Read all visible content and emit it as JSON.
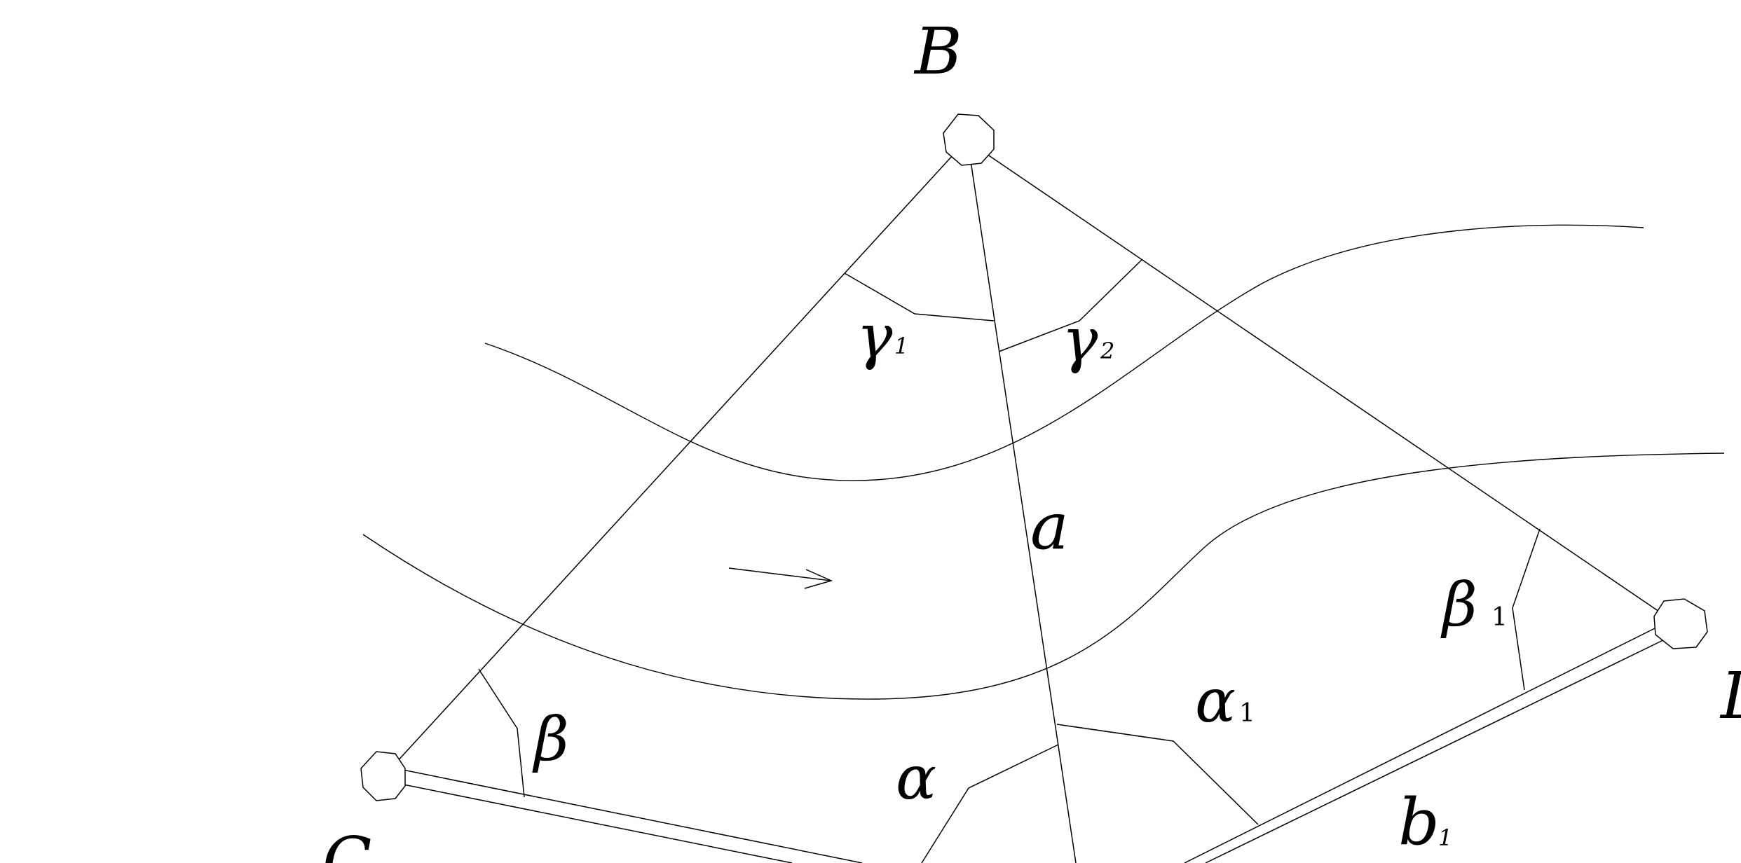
{
  "labels": {
    "B": "B",
    "C": "C",
    "D": "D",
    "a": "a",
    "b1": "b",
    "b1_sub": "1",
    "alpha": "α",
    "alpha1": "α",
    "alpha1_sub": "1",
    "beta": "β",
    "beta1": "β",
    "beta1_sub": "1",
    "gamma1": "γ",
    "gamma1_sub": "1",
    "gamma2": "γ",
    "gamma2_sub": "2"
  },
  "colors": {
    "ink": "#000000",
    "background": "#ffffff"
  }
}
